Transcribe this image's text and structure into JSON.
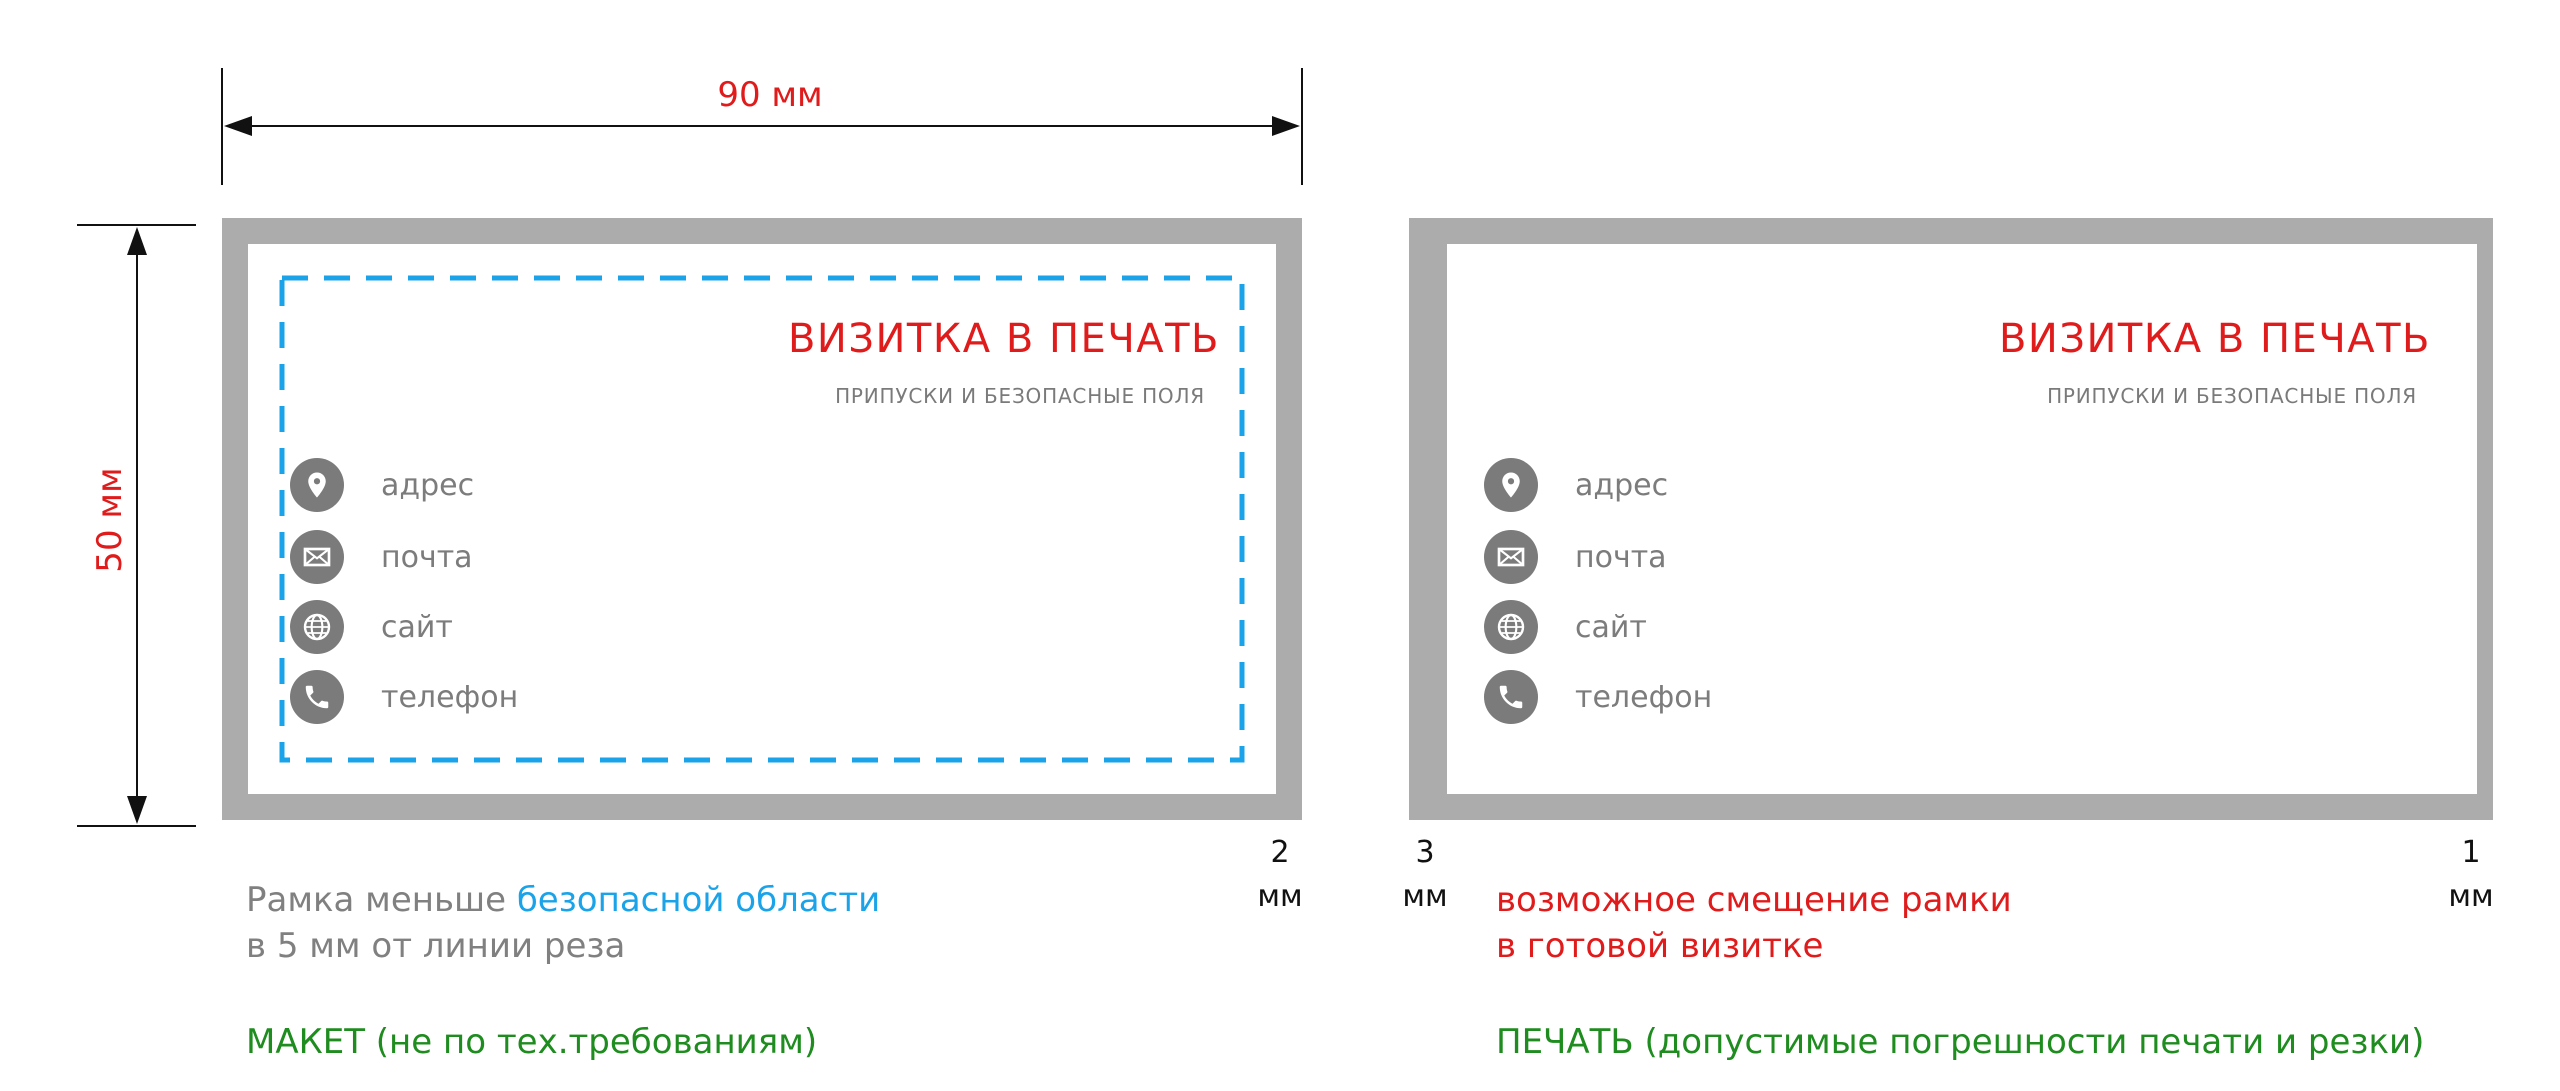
{
  "dimensions": {
    "width_label": "90 мм",
    "height_label": "50 мм"
  },
  "card_text": {
    "title": "ВИЗИТКА В ПЕЧАТЬ",
    "subtitle": "ПРИПУСКИ И БЕЗОПАСНЫЕ ПОЛЯ",
    "contacts": [
      {
        "label": "адрес",
        "icon": "location-pin-icon"
      },
      {
        "label": "почта",
        "icon": "envelope-icon"
      },
      {
        "label": "сайт",
        "icon": "globe-icon"
      },
      {
        "label": "телефон",
        "icon": "phone-icon"
      }
    ]
  },
  "offsets": {
    "left_right": {
      "value": "2",
      "unit": "мм"
    },
    "right_left": {
      "value": "3",
      "unit": "мм"
    },
    "right_right": {
      "value": "1",
      "unit": "мм"
    }
  },
  "left_caption": {
    "part1": "Рамка меньше ",
    "part2": "безопасной области",
    "line2": "в 5 мм от линии реза"
  },
  "right_caption": {
    "line1": "возможное смещение рамки",
    "line2": "в готовой визитке"
  },
  "labels": {
    "maket": "МАКЕТ (не по тех.требованиям)",
    "print": "ПЕЧАТЬ (допустимые погрешности печати и резки)"
  },
  "colors": {
    "frame_gray": "#acacac",
    "safe_zone_blue": "#1aa3e8",
    "title_red": "#e01b1b",
    "caption_green": "#1e8c1e",
    "icon_gray": "#7b7b7b",
    "text_gray": "#7c7c7c"
  }
}
